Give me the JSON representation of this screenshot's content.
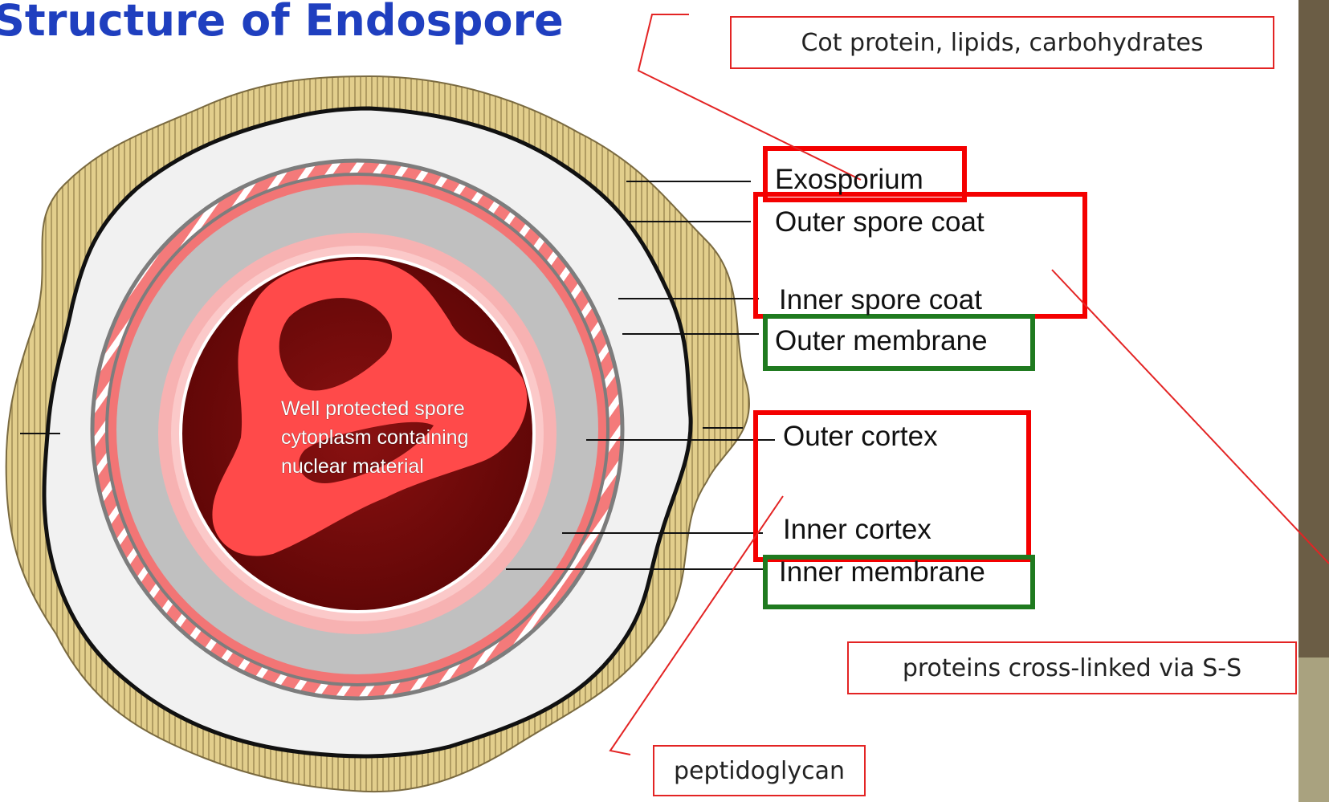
{
  "title": "Structure of Endospore",
  "callouts": {
    "composition": "Cot protein, lipids, carbohydrates",
    "crosslink": "proteins cross-linked via S-S",
    "peptidoglycan": "peptidoglycan"
  },
  "labels": {
    "exosporium": "Exosporium",
    "outer_spore_coat": "Outer spore coat",
    "inner_spore_coat": "Inner spore coat",
    "outer_membrane": "Outer membrane",
    "outer_cortex": "Outer cortex",
    "inner_cortex": "Inner cortex",
    "inner_membrane": "Inner membrane"
  },
  "core_text": {
    "line1": "Well protected spore",
    "line2": "cytoplasm containing",
    "line3": "nuclear material"
  },
  "colors": {
    "title": "#1f3fbf",
    "callout_border": "#e32424",
    "highlight_red": "#f40000",
    "highlight_green": "#1f7a1f",
    "exosporium": "#d8c27a",
    "coat": "#bfbfbf",
    "cortex": "#f4a3a3",
    "core": "#7a0c0c",
    "cytoplasm": "#ff5a5a",
    "sidebar": "#6b5d45"
  }
}
